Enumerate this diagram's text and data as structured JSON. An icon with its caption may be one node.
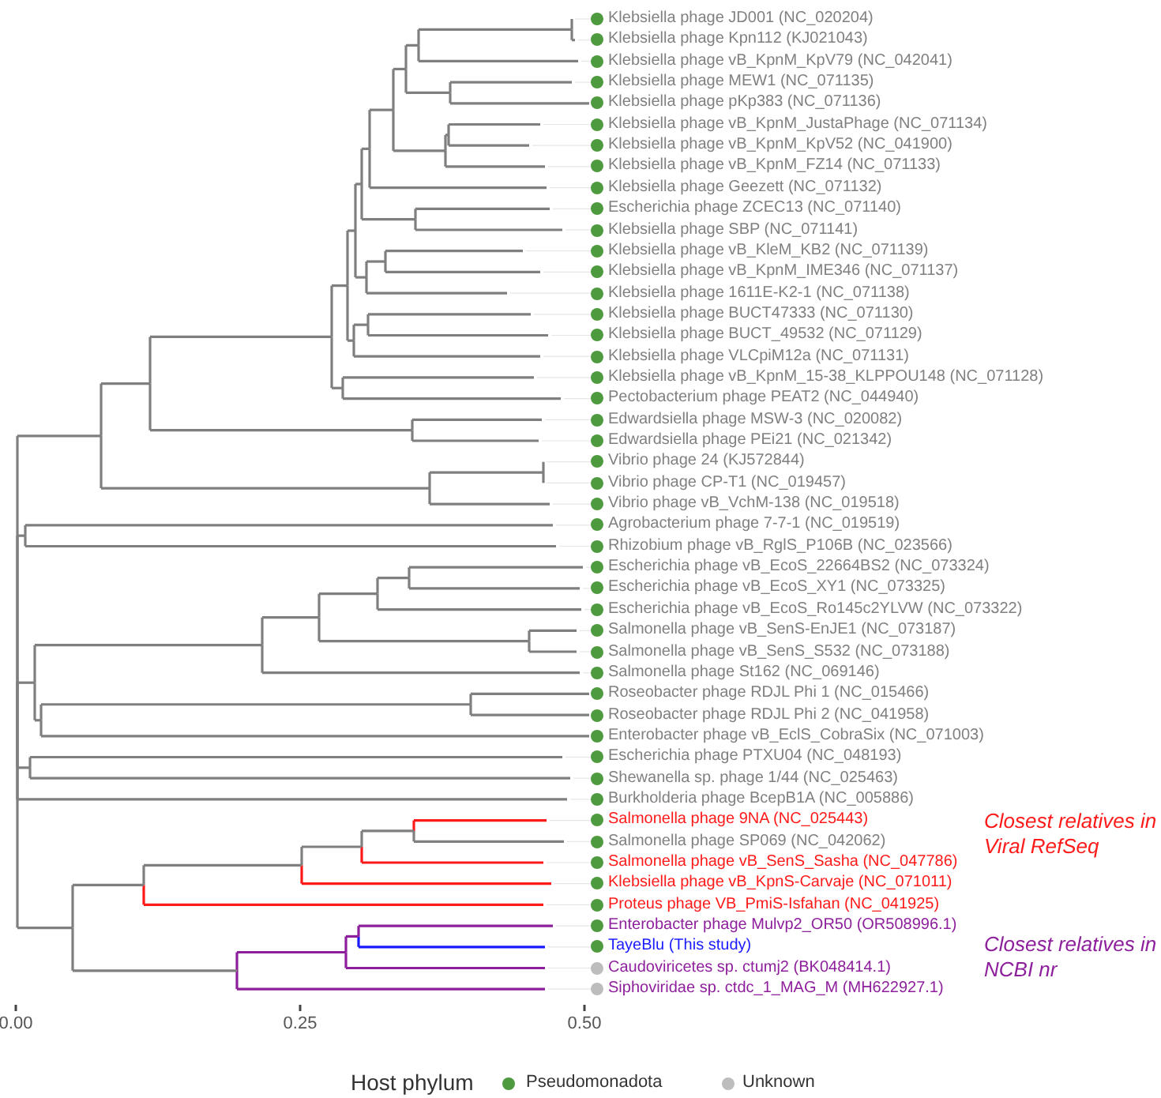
{
  "diagram": {
    "labels": [
      "Klebsiella phage JD001 (NC_020204)",
      "Klebsiella phage Kpn112 (KJ021043)",
      "Klebsiella phage vB_KpnM_KpV79 (NC_042041)",
      "Klebsiella phage MEW1 (NC_071135)",
      "Klebsiella phage pKp383 (NC_071136)",
      "Klebsiella phage vB_KpnM_JustaPhage (NC_071134)",
      "Klebsiella phage vB_KpnM_KpV52 (NC_041900)",
      "Klebsiella phage vB_KpnM_FZ14 (NC_071133)",
      "Klebsiella phage Geezett (NC_071132)",
      "Escherichia phage ZCEC13 (NC_071140)",
      "Klebsiella phage SBP (NC_071141)",
      "Klebsiella phage vB_KleM_KB2 (NC_071139)",
      "Klebsiella phage vB_KpnM_IME346 (NC_071137)",
      "Klebsiella phage 1611E-K2-1 (NC_071138)",
      "Klebsiella phage BUCT47333 (NC_071130)",
      "Klebsiella phage BUCT_49532 (NC_071129)",
      "Klebsiella phage VLCpiM12a (NC_071131)",
      "Klebsiella phage vB_KpnM_15-38_KLPPOU148 (NC_071128)",
      "Pectobacterium phage PEAT2 (NC_044940)",
      "Edwardsiella phage MSW-3 (NC_020082)",
      "Edwardsiella phage PEi21 (NC_021342)",
      "Vibrio phage 24 (KJ572844)",
      "Vibrio phage CP-T1 (NC_019457)",
      "Vibrio phage vB_VchM-138 (NC_019518)",
      "Agrobacterium phage 7-7-1 (NC_019519)",
      "Rhizobium phage vB_RglS_P106B (NC_023566)",
      "Escherichia phage vB_EcoS_22664BS2 (NC_073324)",
      "Escherichia phage vB_EcoS_XY1 (NC_073325)",
      "Escherichia phage vB_EcoS_Ro145c2YLVW (NC_073322)",
      "Salmonella phage vB_SenS-EnJE1 (NC_073187)",
      "Salmonella phage vB_SenS_S532 (NC_073188)",
      "Salmonella phage St162 (NC_069146)",
      "Roseobacter phage RDJL Phi 1 (NC_015466)",
      "Roseobacter phage RDJL Phi 2 (NC_041958)",
      "Enterobacter phage vB_EclS_CobraSix (NC_071003)",
      "Escherichia phage PTXU04 (NC_048193)",
      "Shewanella sp. phage 1/44 (NC_025463)",
      "Burkholderia phage BcepB1A (NC_005886)",
      "Salmonella phage 9NA (NC_025443)",
      "Salmonella phage SP069 (NC_042062)",
      "Salmonella phage vB_SenS_Sasha (NC_047786)",
      "Klebsiella phage vB_KpnS-Carvaje (NC_071011)",
      "Proteus phage VB_PmiS-Isfahan (NC_041925)",
      "Enterobacter phage Mulvp2_OR50 (OR508996.1)",
      "TayeBlu (This study)",
      "Caudoviricetes sp. ctumj2 (BK048414.1)",
      "Siphoviridae sp. ctdc_1_MAG_M (MH622927.1)",
      "Closest relatives in Viral RefSeq",
      "Closest relatives in NCBI nr",
      "0.00",
      "0.25",
      "0.50",
      "Host phylum"
    ],
    "legend": [
      {
        "text": "Pseudomonadota",
        "color": "#4e9a3e"
      },
      {
        "text": "Unknown",
        "color": "#bdbdbd"
      }
    ]
  }
}
